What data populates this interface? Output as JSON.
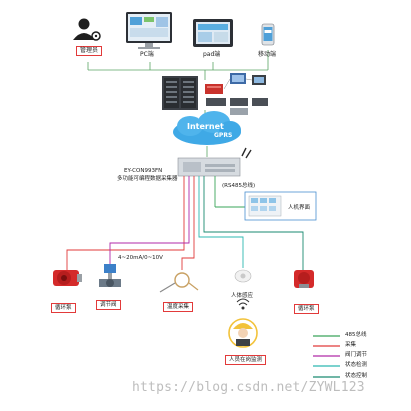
{
  "top": {
    "admin_label": "管理员",
    "pc_label": "PC端",
    "pad_label": "pad端",
    "mobile_label": "移动端"
  },
  "cloud": {
    "internet_label": "Internet",
    "gprs_label": "GPRS"
  },
  "collector": {
    "model": "EY-CON993FN",
    "desc": "多功能可编程数据采集器"
  },
  "bus_label": "RS485总线",
  "hmi_label": "人机界面",
  "signal_label": "4~20mA/0~10V",
  "devices": {
    "pump_left": "循环泵",
    "valve": "调节阀",
    "temp": "温度采集",
    "human_sensor": "人体感应",
    "pump_right": "循环泵",
    "person_detect": "人员在岗监测"
  },
  "legend": [
    {
      "label": "485总线",
      "color": "#3aa55a"
    },
    {
      "label": "采集",
      "color": "#e03a3a"
    },
    {
      "label": "阀门调节",
      "color": "#b02aa8"
    },
    {
      "label": "状态检测",
      "color": "#2cb8b0"
    },
    {
      "label": "状态控制",
      "color": "#1a8a70"
    }
  ],
  "watermark": "https://blog.csdn.net/ZYWL123"
}
